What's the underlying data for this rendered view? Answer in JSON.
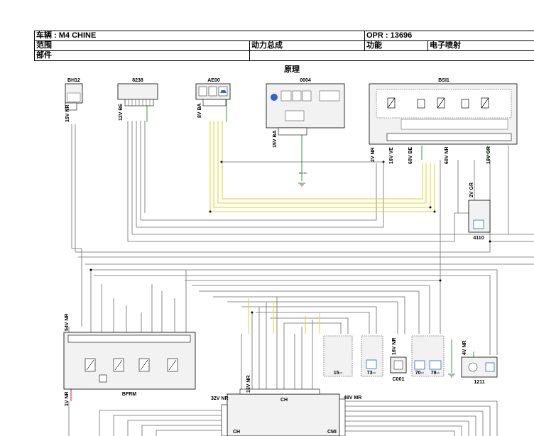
{
  "header": {
    "vehicle": "车辆 : M4 CHINE",
    "opr": "OPR : 13696",
    "scope_label": "范围",
    "scope_value": "动力总成",
    "function_label": "功能",
    "function_value": "电子喷射",
    "part_label": "部件",
    "section_title": "原理"
  },
  "components": {
    "bh12": "BH12",
    "c8238": "8238",
    "ae00": "AE00",
    "c0004": "0004",
    "bsi1": "BSI1",
    "c4110": "4110",
    "bfrm": "BFRM",
    "c001": "C001",
    "c1211": "1211",
    "c15": "15--",
    "c73": "73--",
    "c70": "70--",
    "c78": "78--",
    "ch": "CH",
    "cmi": "CMI"
  },
  "connectors": {
    "bh12_conn": "15V NR",
    "c8238_conn": "12V BE",
    "ae00_conn": "8V BA",
    "c0004_conn": "15V BA",
    "bsi1_conn_a": "2V NR",
    "bsi1_conn_b": "16V VE",
    "bsi1_conn_c": "60V BE",
    "bsi1_conn_d": "60V NR",
    "bsi1_conn_e": "16V GR",
    "c4110_conn": "2V GR",
    "bfrm_conn": "54V NR",
    "bfrm_out": "1V NR",
    "ch_left": "32V NR",
    "ch_mid": "13V NR",
    "ch_right": "48V MR",
    "c001_conn": "16V NR",
    "c1211_conn": "4V NR",
    "ground_mc": "MC30"
  },
  "colors": {
    "wire": "#6a6a6a",
    "wire_yellow": "#e2d51f",
    "wire_green": "#2e9b3a",
    "wire_red": "#d02020",
    "box_fill": "#f2f2f2",
    "icon_blue": "#2f64c8"
  }
}
